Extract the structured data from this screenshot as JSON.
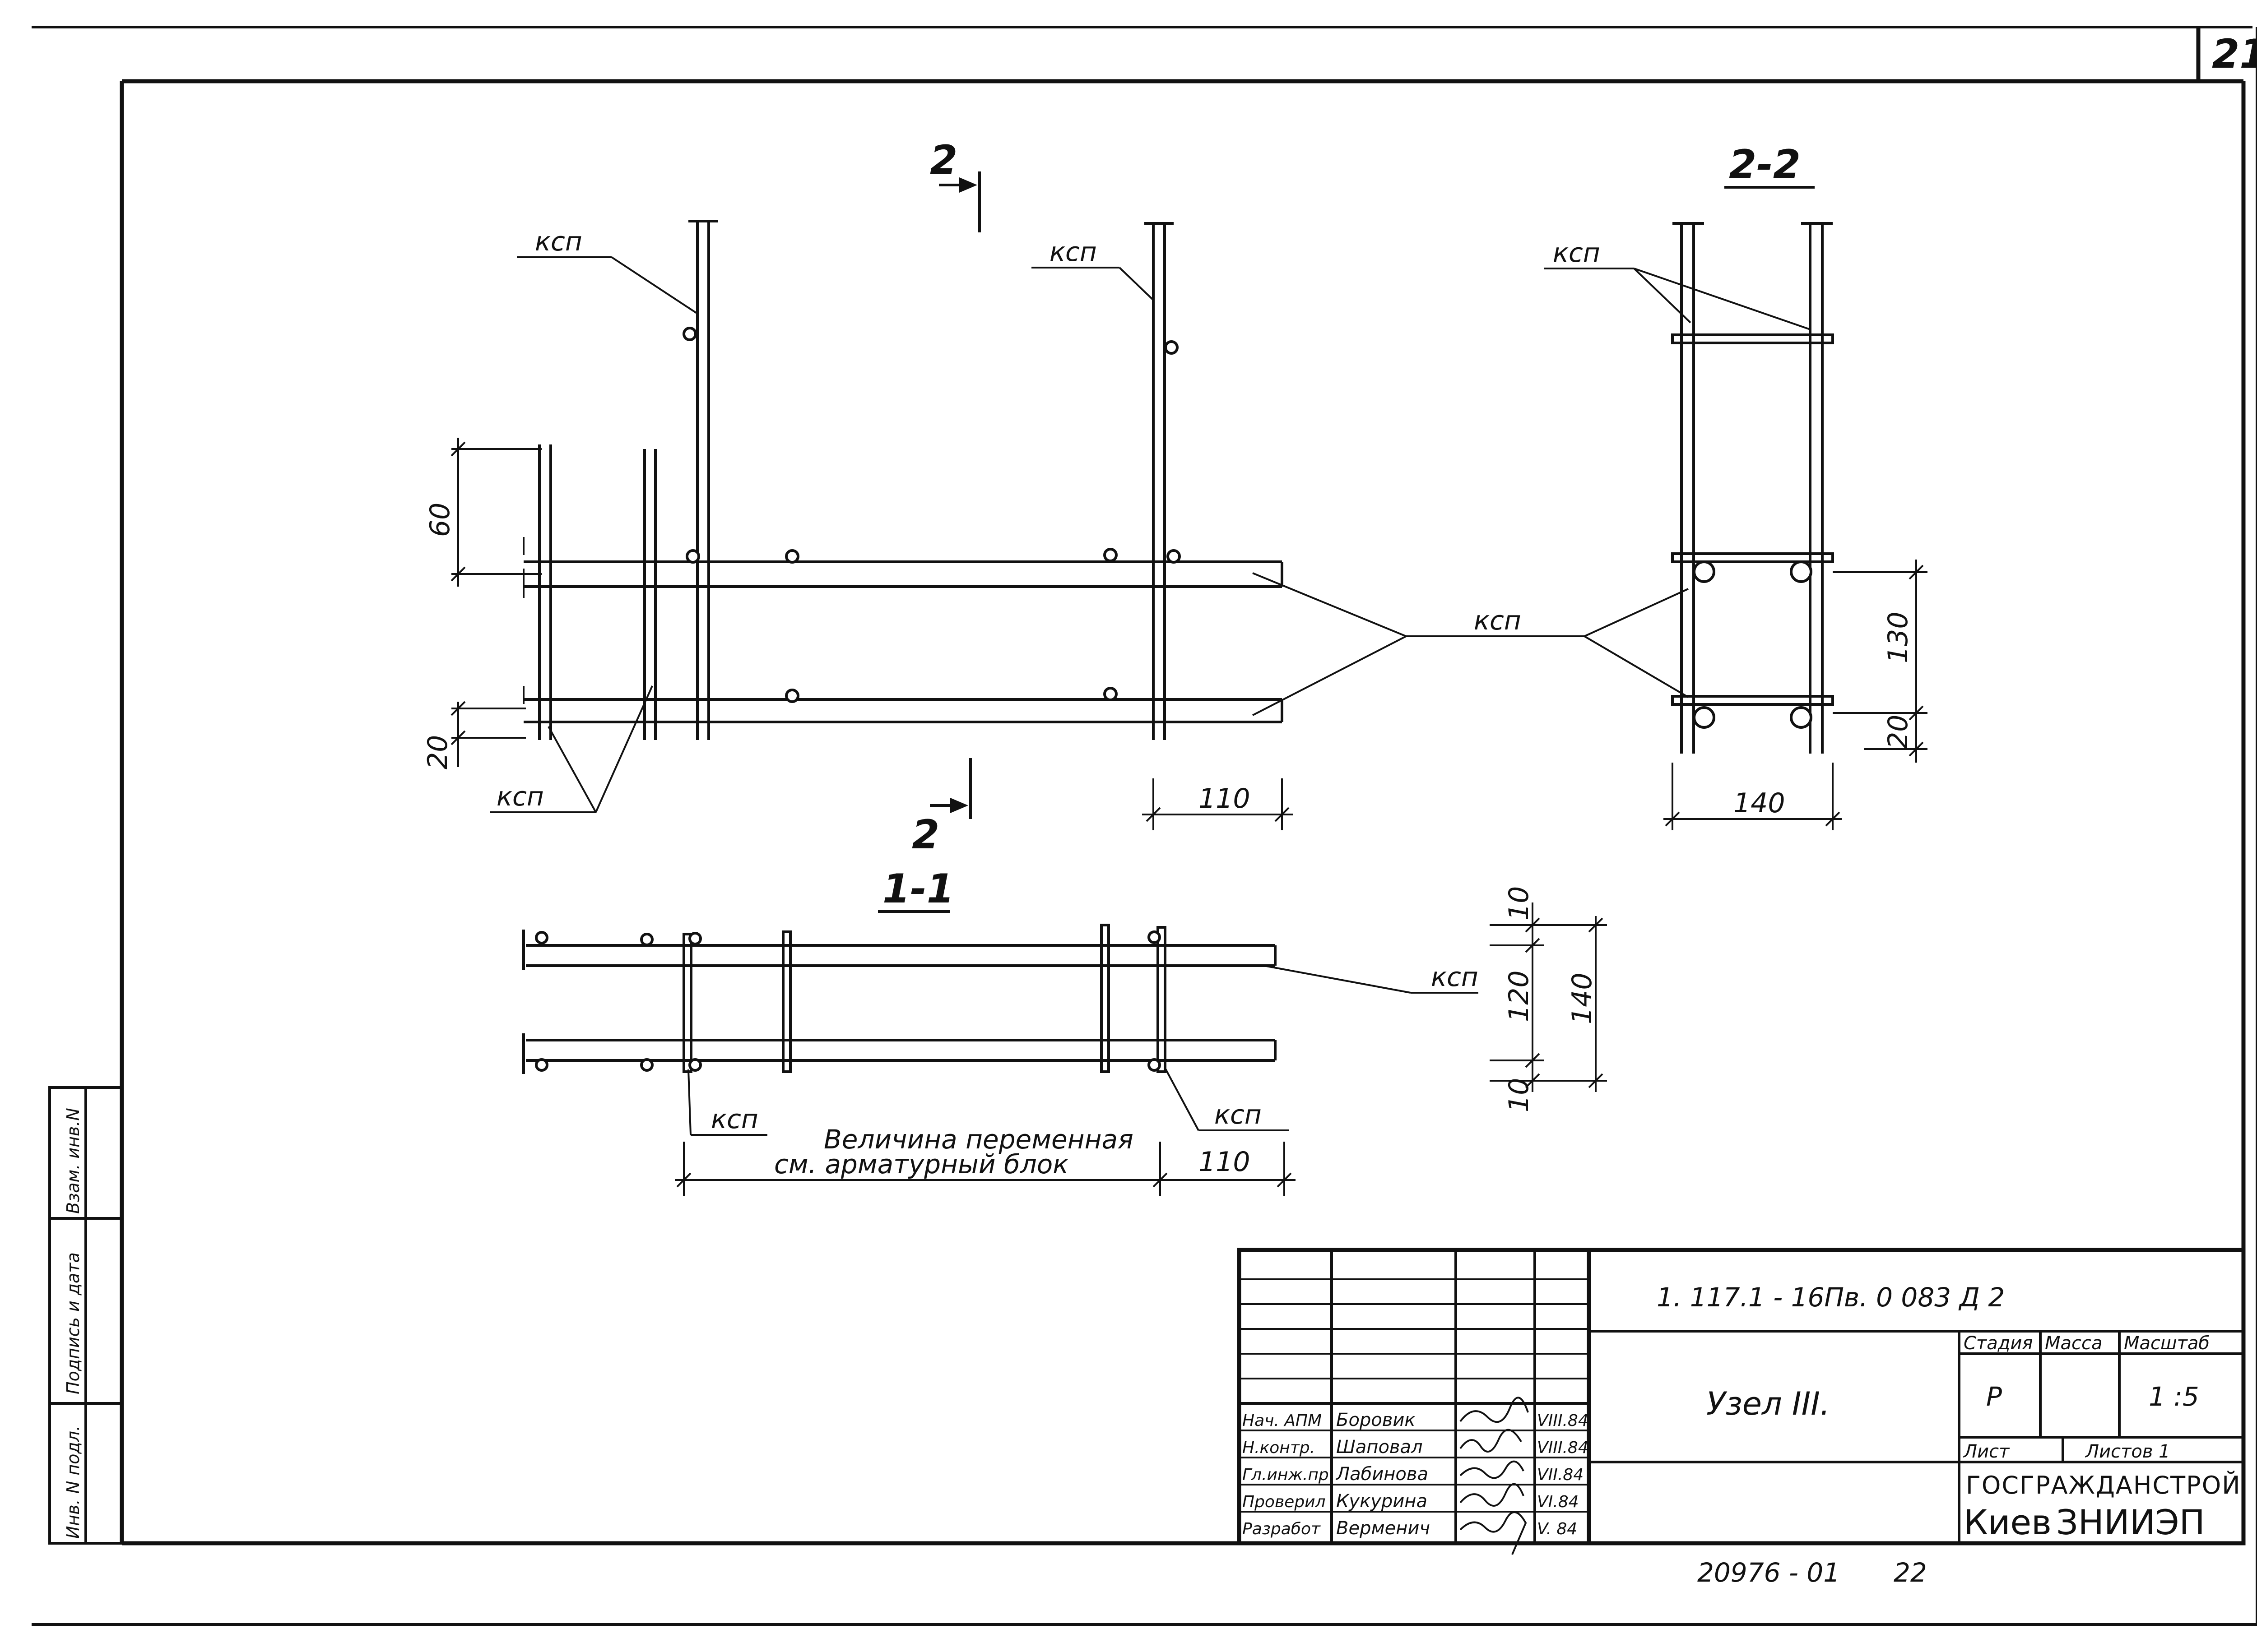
{
  "sheet_number": "21",
  "bottom_note": {
    "inventory": "20976 - 01",
    "page": "22"
  },
  "side_stamp": {
    "cells": [
      "Инв. N подл.",
      "Подпись и дата",
      "Взам. инв.N"
    ]
  },
  "labels": {
    "ksp": "кcп"
  },
  "sections": {
    "main_cut_marker": "2",
    "section_2_2": "2-2",
    "section_1_1": "1-1"
  },
  "dimensions": {
    "elevation_60": "60",
    "elevation_20": "20",
    "elevation_110": "110",
    "section22_130": "130",
    "section22_20": "20",
    "section22_140": "140",
    "plan_10_top": "10",
    "plan_120": "120",
    "plan_10_bottom": "10",
    "plan_140": "140",
    "plan_110": "110"
  },
  "notes": {
    "variable_line1": "Величина переменная",
    "variable_line2": "см. арматурный  блок"
  },
  "title_block": {
    "document_code": "1. 117.1 - 16Пв. 0    083 Д 2",
    "title": "Узел III.",
    "stage_header": "Стадия",
    "mass_header": "Масса",
    "scale_header": "Масштаб",
    "stage_value": "Р",
    "scale_value": "1 :5",
    "sheet_label": "Лист",
    "sheets_label": "Листов 1",
    "org_line1": "ГОСГРАЖДАНСТРОЙ",
    "org_line2_a": "Киев",
    "org_line2_b": "ЗНИИЭП",
    "signers": [
      {
        "role": "Нач. АПМ",
        "name": "Боровик",
        "date": "VIII.84"
      },
      {
        "role": "Н.контр.",
        "name": "Шаповал",
        "date": "VIII.84"
      },
      {
        "role": "Гл.инж.пр",
        "name": "Лабинова",
        "date": "VII.84"
      },
      {
        "role": "Проверил",
        "name": "Кукурина",
        "date": "VI.84"
      },
      {
        "role": "Разработ",
        "name": "Верменич",
        "date": "V. 84"
      }
    ]
  }
}
